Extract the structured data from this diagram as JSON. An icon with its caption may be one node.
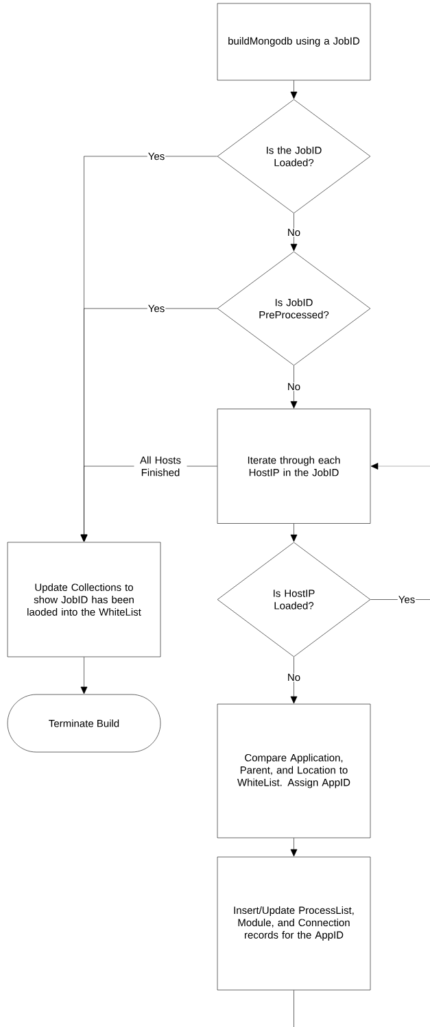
{
  "diagram": {
    "nodes": [
      {
        "text": [
          "buildMongodb using a JobID"
        ]
      },
      {
        "text": [
          "Is the JobID Loaded?"
        ]
      },
      {
        "text": [
          "Is JobID PreProcessed?"
        ]
      },
      {
        "text": [
          "Iterate through each HostIP in the JobID"
        ]
      },
      {
        "text": [
          "Update Collections to show JobID has been laoded into the WhiteList"
        ]
      },
      {
        "text": [
          "Is HostIP Loaded?"
        ]
      },
      {
        "text": [
          "Terminate Build"
        ]
      },
      {
        "text": [
          "Compare Application, Parent, and Location to WhiteList. Assign AppID"
        ]
      },
      {
        "text": [
          "Insert/Update ProcessList, Module, and Connection records for the AppID"
        ]
      }
    ],
    "edges": [
      {
        "from": 0,
        "to": 1,
        "arrow": "to"
      },
      {
        "from": 1,
        "to": 4,
        "arrow": "to",
        "label": "Yes"
      },
      {
        "from": 1,
        "to": 2,
        "arrow": "to",
        "label": "No"
      },
      {
        "from": 2,
        "to": 4,
        "arrow": "to",
        "label": "Yes"
      },
      {
        "from": 2,
        "to": 3,
        "arrow": "to",
        "label": "No"
      },
      {
        "from": 3,
        "to": 4,
        "arrow": "to",
        "label": "All Hosts Finished"
      },
      {
        "from": 3,
        "to": 5,
        "arrow": "to"
      },
      {
        "from": 4,
        "to": 6,
        "arrow": "to"
      },
      {
        "from": 5,
        "to": null,
        "arrow": "none",
        "label": "Yes"
      },
      {
        "from": 5,
        "to": 7,
        "arrow": "to",
        "label": "No"
      },
      {
        "from": 7,
        "to": 8,
        "arrow": "to"
      },
      {
        "from": 8,
        "to": null,
        "arrow": "none"
      },
      {
        "from": null,
        "to": 3,
        "arrow": "to"
      }
    ]
  }
}
